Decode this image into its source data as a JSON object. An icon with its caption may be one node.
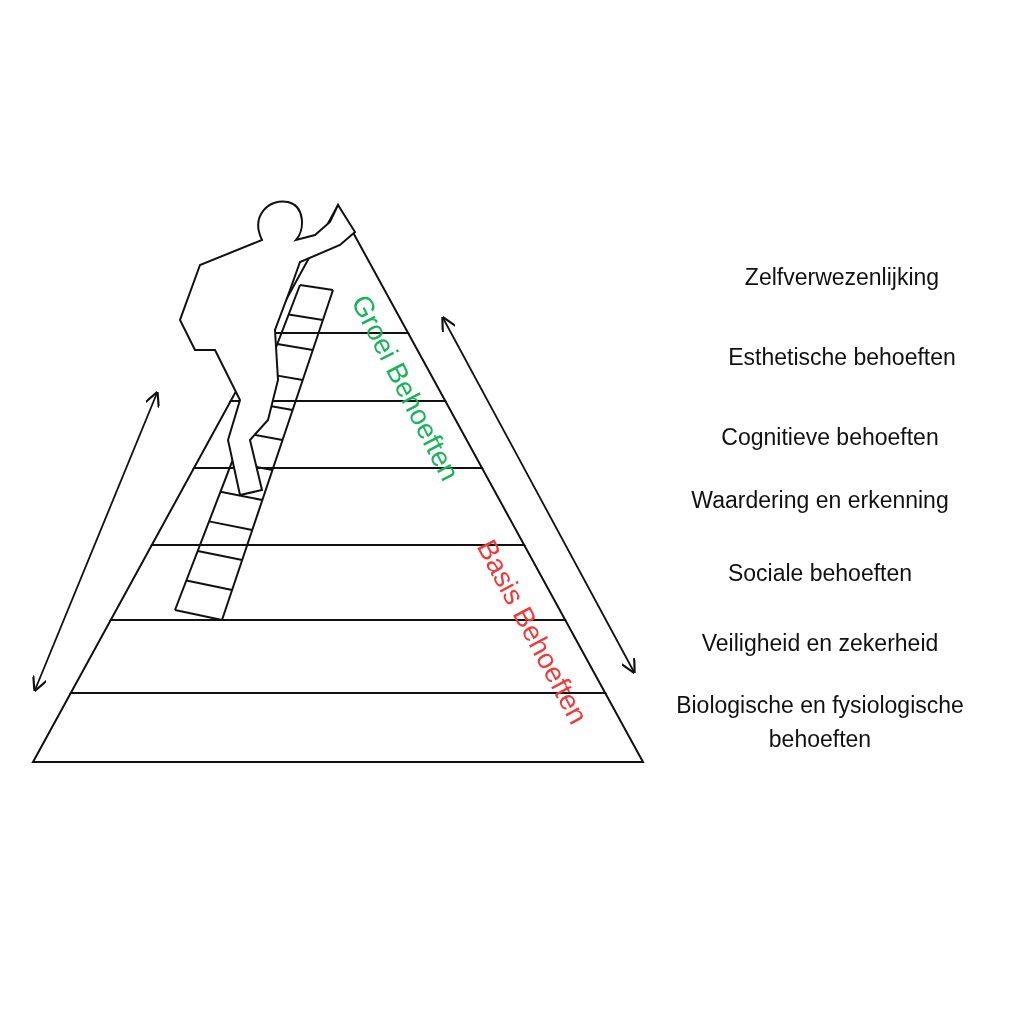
{
  "diagram": {
    "labels": [
      "Zelfverwezenlijking",
      "Esthetische behoeften",
      "Cognitieve behoeften",
      "Waardering en erkenning",
      "Sociale behoeften",
      "Veiligheid en zekerheid",
      "Biologische en fysiologische behoeften",
      "Groei Behoeften",
      "Basis Behoeften"
    ]
  }
}
